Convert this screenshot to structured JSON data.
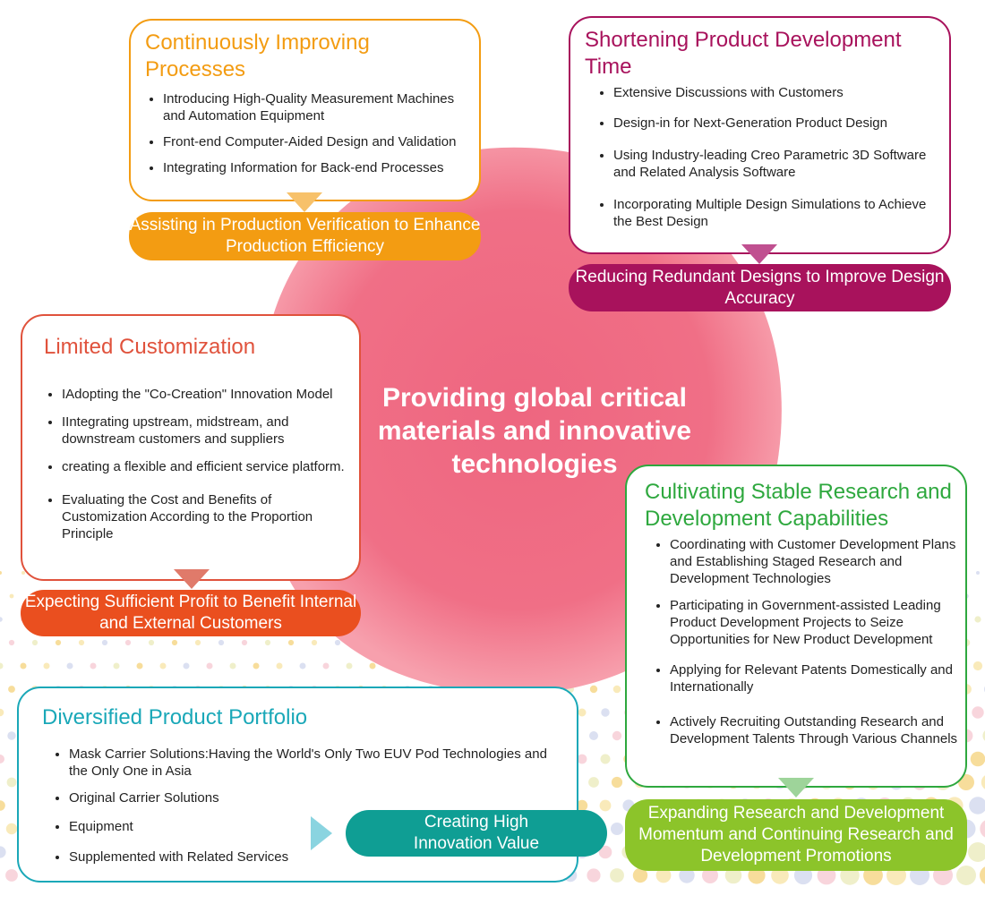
{
  "center": {
    "line1": "Providing global critical",
    "line2": "materials and innovative",
    "line3": "technologies"
  },
  "colors": {
    "orange": "#f39c12",
    "magenta": "#a8125c",
    "red": "#e0523c",
    "red_pill": "#ea4f1f",
    "teal": "#1aa8b8",
    "teal_pill": "#0f9e94",
    "green": "#2ea83e",
    "green_pill": "#8cc42a",
    "center_blob": "#f06a84"
  },
  "sections": {
    "processes": {
      "title": "Continuously Improving Processes",
      "items": [
        "Introducing High-Quality Measurement Machines and Automation Equipment",
        "Front-end Computer-Aided Design and Validation",
        "Integrating Information for Back-end Processes"
      ],
      "outcome": "Assisting in Production Verification to Enhance Production Efficiency"
    },
    "development": {
      "title": "Shortening Product Development Time",
      "items": [
        "Extensive Discussions with Customers",
        "Design-in for Next-Generation Product Design",
        "Using Industry-leading Creo Parametric 3D Software and Related Analysis Software",
        "Incorporating Multiple Design Simulations to Achieve the Best Design"
      ],
      "outcome": "Reducing Redundant Designs to Improve Design Accuracy"
    },
    "customization": {
      "title": "Limited Customization",
      "items": [
        "IAdopting the \"Co-Creation\" Innovation Model",
        "IIntegrating upstream, midstream, and downstream customers and suppliers",
        "creating a flexible and efficient service platform.",
        "Evaluating the Cost and Benefits of Customization According to the Proportion Principle"
      ],
      "outcome": "Expecting Sufficient Profit to Benefit Internal and External Customers"
    },
    "portfolio": {
      "title": "Diversified Product Portfolio",
      "items": [
        "Mask Carrier Solutions:Having the World's Only Two EUV Pod Technologies and the Only One in Asia",
        "Original Carrier Solutions",
        "Equipment",
        "Supplemented with Related Services"
      ],
      "outcome": "Creating High Innovation Value"
    },
    "research": {
      "title": "Cultivating Stable Research and Development Capabilities",
      "items": [
        "Coordinating with Customer Development Plans and Establishing Staged Research and Development Technologies",
        "Participating in Government-assisted Leading Product Development Projects to Seize Opportunities for New Product Development",
        "Applying for Relevant Patents Domestically and Internationally",
        "Actively Recruiting Outstanding Research and Development Talents Through Various Channels"
      ],
      "outcome": "Expanding Research and Development Momentum and Continuing Research and Development Promotions"
    }
  }
}
